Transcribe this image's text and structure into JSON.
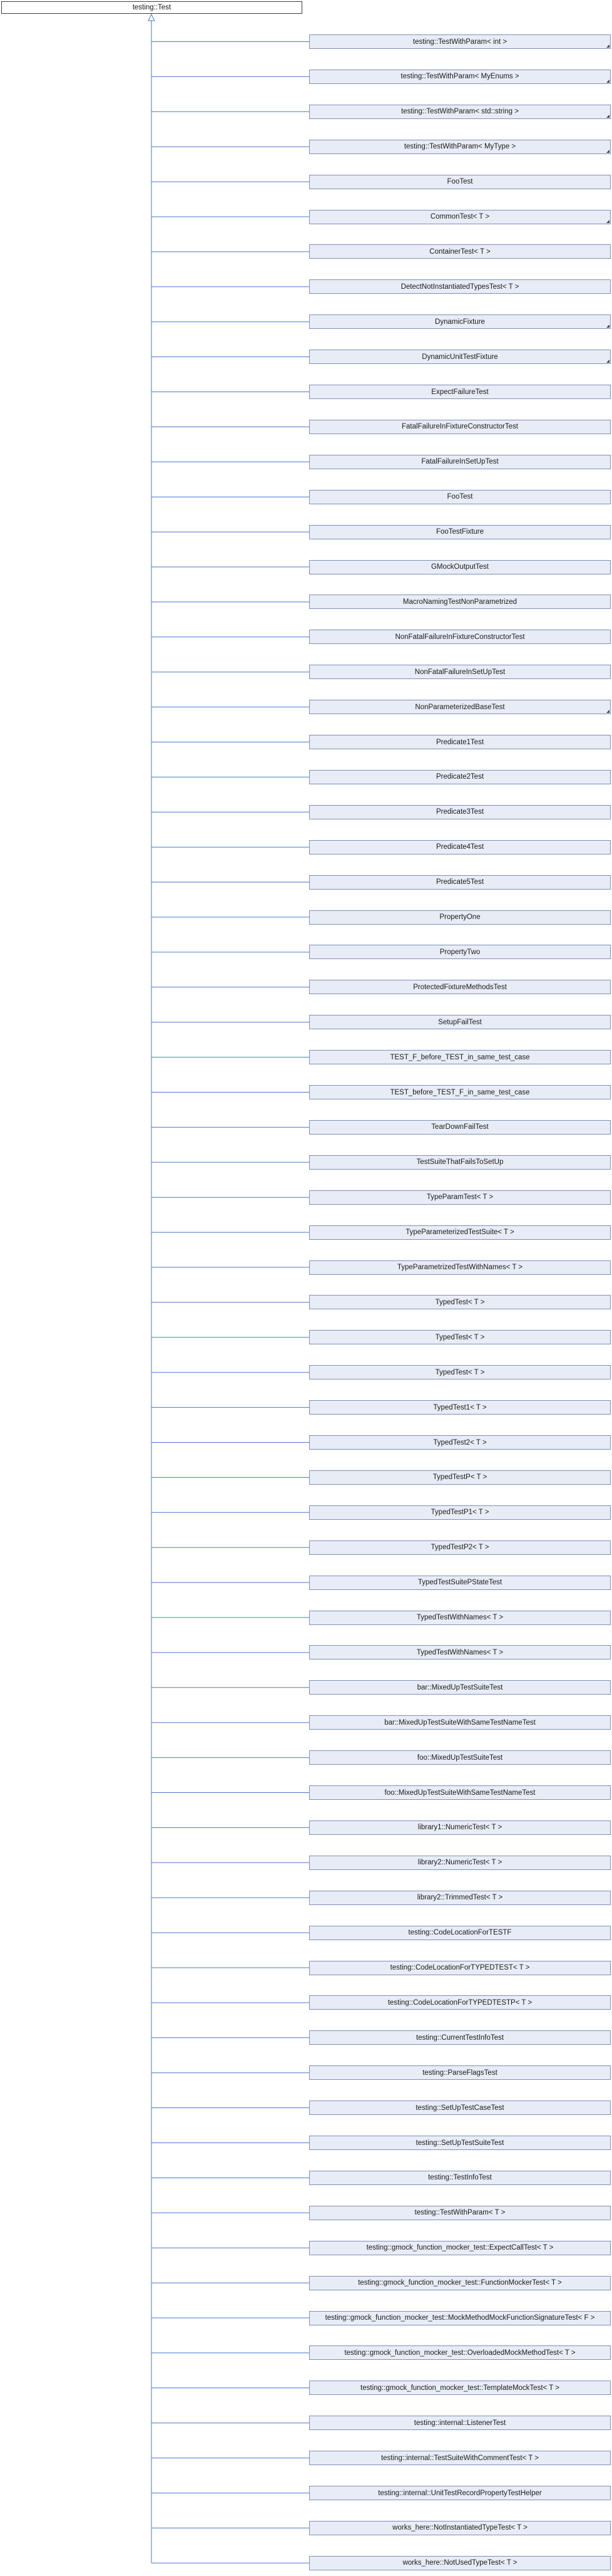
{
  "base_class": "testing::Test",
  "derived_classes": [
    {
      "name": "testing::TestWithParam< int >",
      "has_more": true
    },
    {
      "name": "testing::TestWithParam< MyEnums >",
      "has_more": true
    },
    {
      "name": "testing::TestWithParam< std::string >",
      "has_more": true
    },
    {
      "name": "testing::TestWithParam< MyType >",
      "has_more": true
    },
    {
      "name": "FooTest",
      "has_more": false
    },
    {
      "name": "CommonTest< T >",
      "has_more": true
    },
    {
      "name": "ContainerTest< T >",
      "has_more": false
    },
    {
      "name": "DetectNotInstantiatedTypesTest< T >",
      "has_more": false
    },
    {
      "name": "DynamicFixture",
      "has_more": true
    },
    {
      "name": "DynamicUnitTestFixture",
      "has_more": true
    },
    {
      "name": "ExpectFailureTest",
      "has_more": false
    },
    {
      "name": "FatalFailureInFixtureConstructorTest",
      "has_more": false
    },
    {
      "name": "FatalFailureInSetUpTest",
      "has_more": false
    },
    {
      "name": "FooTest",
      "has_more": false
    },
    {
      "name": "FooTestFixture",
      "has_more": false
    },
    {
      "name": "GMockOutputTest",
      "has_more": false
    },
    {
      "name": "MacroNamingTestNonParametrized",
      "has_more": false
    },
    {
      "name": "NonFatalFailureInFixtureConstructorTest",
      "has_more": false
    },
    {
      "name": "NonFatalFailureInSetUpTest",
      "has_more": false
    },
    {
      "name": "NonParameterizedBaseTest",
      "has_more": true
    },
    {
      "name": "Predicate1Test",
      "has_more": false
    },
    {
      "name": "Predicate2Test",
      "has_more": false
    },
    {
      "name": "Predicate3Test",
      "has_more": false
    },
    {
      "name": "Predicate4Test",
      "has_more": false
    },
    {
      "name": "Predicate5Test",
      "has_more": false
    },
    {
      "name": "PropertyOne",
      "has_more": false
    },
    {
      "name": "PropertyTwo",
      "has_more": false
    },
    {
      "name": "ProtectedFixtureMethodsTest",
      "has_more": false
    },
    {
      "name": "SetupFailTest",
      "has_more": false
    },
    {
      "name": "TEST_F_before_TEST_in_same_test_case",
      "has_more": false
    },
    {
      "name": "TEST_before_TEST_F_in_same_test_case",
      "has_more": false
    },
    {
      "name": "TearDownFailTest",
      "has_more": false
    },
    {
      "name": "TestSuiteThatFailsToSetUp",
      "has_more": false
    },
    {
      "name": "TypeParamTest< T >",
      "has_more": false
    },
    {
      "name": "TypeParameterizedTestSuite< T >",
      "has_more": false
    },
    {
      "name": "TypeParametrizedTestWithNames< T >",
      "has_more": false
    },
    {
      "name": "TypedTest< T >",
      "has_more": false
    },
    {
      "name": "TypedTest< T >",
      "has_more": false
    },
    {
      "name": "TypedTest< T >",
      "has_more": false
    },
    {
      "name": "TypedTest1< T >",
      "has_more": false
    },
    {
      "name": "TypedTest2< T >",
      "has_more": false
    },
    {
      "name": "TypedTestP< T >",
      "has_more": false
    },
    {
      "name": "TypedTestP1< T >",
      "has_more": false
    },
    {
      "name": "TypedTestP2< T >",
      "has_more": false
    },
    {
      "name": "TypedTestSuitePStateTest",
      "has_more": false
    },
    {
      "name": "TypedTestWithNames< T >",
      "has_more": false
    },
    {
      "name": "TypedTestWithNames< T >",
      "has_more": false
    },
    {
      "name": "bar::MixedUpTestSuiteTest",
      "has_more": false
    },
    {
      "name": "bar::MixedUpTestSuiteWithSameTestNameTest",
      "has_more": false
    },
    {
      "name": "foo::MixedUpTestSuiteTest",
      "has_more": false
    },
    {
      "name": "foo::MixedUpTestSuiteWithSameTestNameTest",
      "has_more": false
    },
    {
      "name": "library1::NumericTest< T >",
      "has_more": false
    },
    {
      "name": "library2::NumericTest< T >",
      "has_more": false
    },
    {
      "name": "library2::TrimmedTest< T >",
      "has_more": false
    },
    {
      "name": "testing::CodeLocationForTESTF",
      "has_more": false
    },
    {
      "name": "testing::CodeLocationForTYPEDTEST< T >",
      "has_more": false
    },
    {
      "name": "testing::CodeLocationForTYPEDTESTP< T >",
      "has_more": false
    },
    {
      "name": "testing::CurrentTestInfoTest",
      "has_more": false
    },
    {
      "name": "testing::ParseFlagsTest",
      "has_more": false
    },
    {
      "name": "testing::SetUpTestCaseTest",
      "has_more": false
    },
    {
      "name": "testing::SetUpTestSuiteTest",
      "has_more": false
    },
    {
      "name": "testing::TestInfoTest",
      "has_more": false
    },
    {
      "name": "testing::TestWithParam< T >",
      "has_more": false
    },
    {
      "name": "testing::gmock_function_mocker_test::ExpectCallTest< T >",
      "has_more": false
    },
    {
      "name": "testing::gmock_function_mocker_test::FunctionMockerTest< T >",
      "has_more": false
    },
    {
      "name": "testing::gmock_function_mocker_test::MockMethodMockFunctionSignatureTest< F >",
      "has_more": false
    },
    {
      "name": "testing::gmock_function_mocker_test::OverloadedMockMethodTest< T >",
      "has_more": false
    },
    {
      "name": "testing::gmock_function_mocker_test::TemplateMockTest< T >",
      "has_more": false
    },
    {
      "name": "testing::internal::ListenerTest",
      "has_more": false
    },
    {
      "name": "testing::internal::TestSuiteWithCommentTest< T >",
      "has_more": false
    },
    {
      "name": "testing::internal::UnitTestRecordPropertyTestHelper",
      "has_more": false
    },
    {
      "name": "works_here::NotInstantiatedTypeTest< T >",
      "has_more": false
    },
    {
      "name": "works_here::NotUsedTypeTest< T >",
      "has_more": false
    }
  ],
  "colors": {
    "node_fill": "#e8ecf6",
    "node_border": "#7f8fb8",
    "root_border": "#404040",
    "edge": "#4a78c8"
  }
}
